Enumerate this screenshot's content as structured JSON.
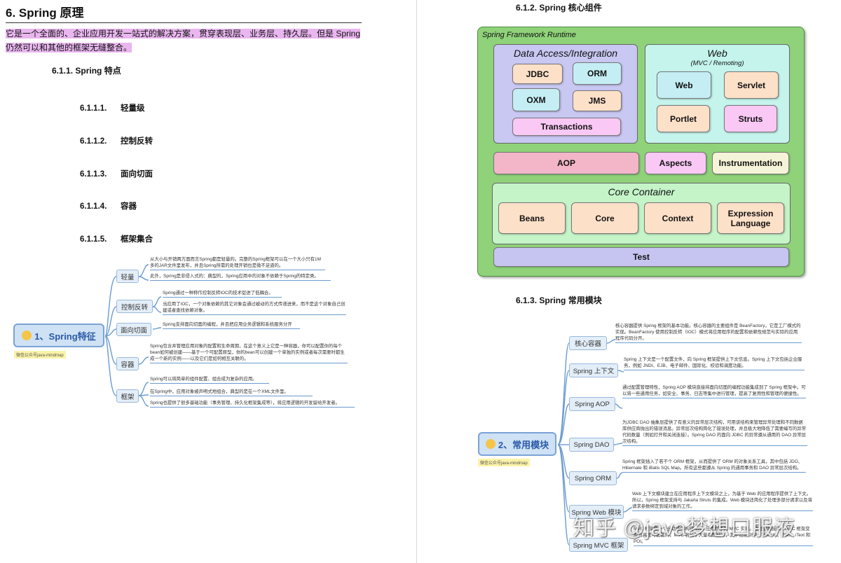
{
  "left": {
    "heading": "6. Spring 原理",
    "intro": "它是一个全面的、企业应用开发一站式的解决方案，贯穿表现层、业务层、持久层。但是 Spring 仍然可以和其他的框架无缝整合。",
    "section_611": "6.1.1. Spring 特点",
    "features": [
      {
        "num": "6.1.1.1.",
        "label": "轻量级"
      },
      {
        "num": "6.1.1.2.",
        "label": "控制反转"
      },
      {
        "num": "6.1.1.3.",
        "label": "面向切面"
      },
      {
        "num": "6.1.1.4.",
        "label": "容器"
      },
      {
        "num": "6.1.1.5.",
        "label": "框架集合"
      }
    ],
    "mindmap1": {
      "center": "1、Spring特征",
      "tag": "微信公众号java-mindmap",
      "branches": [
        {
          "label": "轻量",
          "leaves": [
            "从大小与开销两方面而言Spring都是轻量的。完整的Spring框架可以在一个大小只有1M多的JAR文件里发布，并且Spring所需的处理开销也是微不足道的。",
            "此外，Spring是非侵入式的：典型的，Spring应用中的对象不依赖于Spring的特定类。"
          ]
        },
        {
          "label": "控制反转",
          "leaves": [
            "Spring通过一种称作控制反转IOC的技术促进了低耦合。",
            "当应用了IOC，一个对象依赖的其它对象会通过被动的方式传递进来，而不是这个对象自己创建或者查找依赖对象。"
          ]
        },
        {
          "label": "面向切面",
          "leaves": [
            "Spring支持面向切面的编程，并且把应用业务逻辑和系统服务分开"
          ]
        },
        {
          "label": "容器",
          "leaves": [
            "Spring包含并管理应用对象的配置和生命周期，在这个意义上它是一种容器，你可以配置你的每个bean如何被创建——基于一个可配置原型，你的bean可以创建一个单独的实例或者每次需要时都生成一个新的实例——以及它们是如何相互关联的。"
          ]
        },
        {
          "label": "框架",
          "leaves": [
            "Spring可以将简单的组件配置、组合成为复杂的应用。",
            "在Spring中，应用对象被声明式地组合，典型的是在一个XML文件里。",
            "Spring也提供了很多基础功能（事务管理、持久化框架集成等），将应用逻辑的开发留给开发者。"
          ]
        }
      ]
    }
  },
  "right": {
    "section_612": "6.1.2. Spring 核心组件",
    "diagram": {
      "title": "Spring Framework Runtime",
      "data_access": {
        "title": "Data Access/Integration",
        "items": [
          "JDBC",
          "ORM",
          "OXM",
          "JMS",
          "Transactions"
        ]
      },
      "web": {
        "title": "Web",
        "subtitle": "(MVC / Remoting)",
        "items": [
          "Web",
          "Servlet",
          "Portlet",
          "Struts"
        ]
      },
      "middle": [
        "AOP",
        "Aspects",
        "Instrumentation"
      ],
      "core": {
        "title": "Core Container",
        "items": [
          "Beans",
          "Core",
          "Context",
          "Expression Language"
        ]
      },
      "test": "Test"
    },
    "section_613": "6.1.3. Spring 常用模块",
    "mindmap2": {
      "center": "2、常用模块",
      "tag": "微信公众号java-mindmap",
      "branches": [
        {
          "label": "核心容器",
          "leaf": "核心容器提供 Spring 框架的基本功能。核心容器的主要组件是 BeanFactory，它是工厂模式的实现。BeanFactory 使用控制反转（IOC）模式将应用程序的配置和依赖性规范与实际的应用程序代码分开。"
        },
        {
          "label": "Spring 上下文",
          "leaf": "Spring 上下文是一个配置文件，向 Spring 框架提供上下文信息。Spring 上下文包括企业服务，例如 JNDI、EJB、电子邮件、国际化、校验和调度功能。"
        },
        {
          "label": "Spring AOP",
          "leaf": "通过配置管理特性，Spring AOP 模块直接将面向切面的编程功能集成到了 Spring 框架中。可以将一些通用任务，如安全、事务、日志等集中进行管理，提高了复用性和管理的便捷性。"
        },
        {
          "label": "Spring DAO",
          "leaf": "为JDBC DAO 抽象层提供了有意义的异常层次结构，可用该结构来管理异常处理和不同数据库供应商抛出的错误消息。异常层次结构简化了错误处理，并且极大地降低了需要编写的异常代码数量（例如打开和关闭连接）。Spring DAO 的面向 JDBC 的异常遵从通用的 DAO 异常层次结构。"
        },
        {
          "label": "Spring ORM",
          "leaf": "Spring 框架插入了若干个 ORM 框架，从而提供了 ORM 的对象关系工具，其中包括 JDO、Hibernate 和 iBatis SQL Map。所有这些都遵从 Spring 的通用事务和 DAO 异常层次结构。"
        },
        {
          "label": "Spring Web 模块",
          "leaf": "Web 上下文模块建立在应用程序上下文模块之上，为基于 Web 的应用程序提供了上下文。所以，Spring 框架支持与 Jakarta Struts 的集成。Web 模块还简化了处理多部分请求以及将请求参数绑定到域对象的工作。"
        },
        {
          "label": "Spring MVC 框架",
          "leaf": "MVC 框架是一个全功能的构建 Web 应用程序的 MVC 实现。通过策略接口，MVC 框架变成为高度可配置的，MVC 容纳了大量视图技术，其中包括 JSP、Velocity、Tiles、iText 和 POI。"
        }
      ]
    },
    "watermark": "知乎 @java梦想口服液"
  },
  "colors": {
    "highlight": "#e9b6ef",
    "arch_bg": "#8fd27a",
    "data_access_bg": "#c9c8f3",
    "web_bg": "#c4f4ec",
    "blue_box": "#c4eef4",
    "orange_box": "#fde0c8",
    "pink_box": "#f9c8f4",
    "aop": "#f2b6c8",
    "test": "#c6c4f0",
    "mind_line": "#6a9bd0"
  }
}
